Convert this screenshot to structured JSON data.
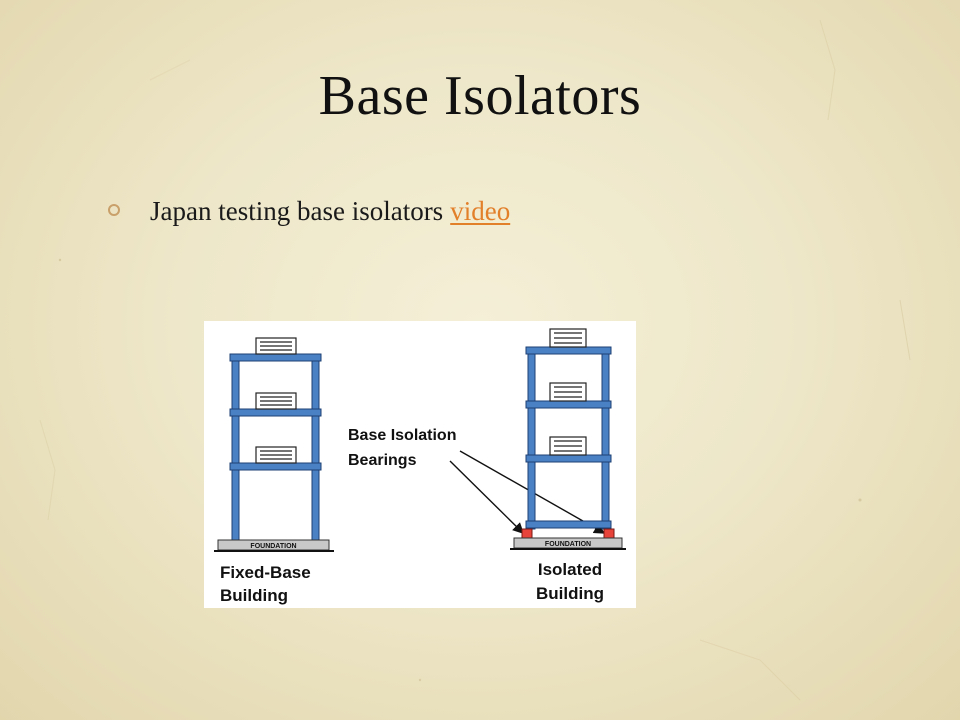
{
  "slide": {
    "title": "Base Isolators",
    "bullets": [
      {
        "text": "Japan testing base isolators",
        "link_label": "video",
        "icon": "bullet-circle-icon"
      }
    ]
  },
  "figure": {
    "callout_label_line1": "Base Isolation",
    "callout_label_line2": "Bearings",
    "fixed_building": {
      "foundation_label": "FOUNDATION",
      "caption_line1": "Fixed-Base",
      "caption_line2": "Building"
    },
    "isolated_building": {
      "foundation_label": "FOUNDATION",
      "caption_line1": "Isolated",
      "caption_line2": "Building"
    }
  },
  "colors": {
    "link": "#e2802a",
    "bullet_ring": "#c9a06a",
    "frame_blue": "#4a80c4",
    "bearing_red": "#e8433a",
    "foundation_gray": "#c8c8c8"
  }
}
